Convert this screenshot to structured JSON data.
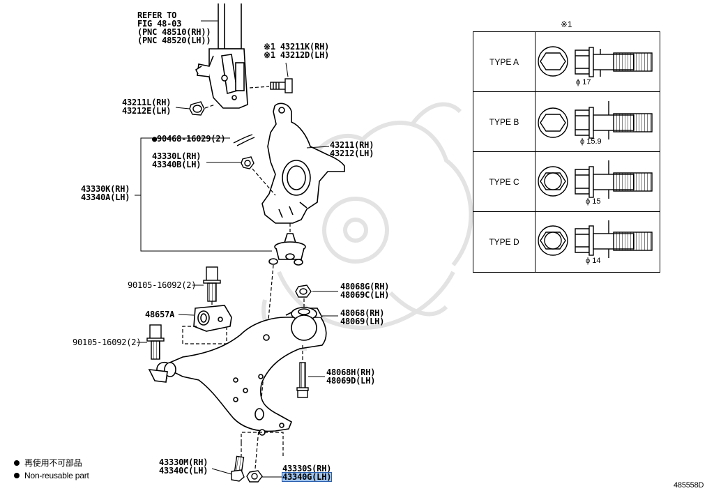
{
  "note_mark": "※1",
  "refer": [
    "REFER TO",
    "FIG 48-03",
    "(PNC 48510(RH))",
    "(PNC 48520(LH))"
  ],
  "parts": {
    "p43211K": "※1 43211K(RH)",
    "p43212D": "※1 43212D(LH)",
    "p43211L": "43211L(RH)",
    "p43212E": "43212E(LH)",
    "p90468": "●90468-16029(2)",
    "p43330L": "43330L(RH)",
    "p43340B": "43340B(LH)",
    "p43211": "43211(RH)",
    "p43212": "43212(LH)",
    "p43330K": "43330K(RH)",
    "p43340A": "43340A(LH)",
    "p90105a": "90105-16092(2)",
    "p48068G": "48068G(RH)",
    "p48069C": "48069C(LH)",
    "p48657A": "48657A",
    "p48068": "48068(RH)",
    "p48069": "48069(LH)",
    "p90105b": "90105-16092(2)",
    "p48068H": "48068H(RH)",
    "p48069D": "48069D(LH)",
    "p43330M": "43330M(RH)",
    "p43340C": "43340C(LH)",
    "p43330S": "43330S(RH)",
    "p43340G": "43340G(LH)"
  },
  "legend": {
    "ja": "再使用不可部品",
    "en": "Non-reusable part"
  },
  "figure_id": "485558D",
  "types": [
    {
      "name": "TYPE A",
      "diameter": "ϕ 17"
    },
    {
      "name": "TYPE B",
      "diameter": "ϕ 15.9"
    },
    {
      "name": "TYPE C",
      "diameter": "ϕ 15"
    },
    {
      "name": "TYPE D",
      "diameter": "ϕ 14"
    }
  ],
  "colors": {
    "highlight": "#9fc3ec",
    "line": "#000000",
    "watermark": "#e6e6e6"
  }
}
